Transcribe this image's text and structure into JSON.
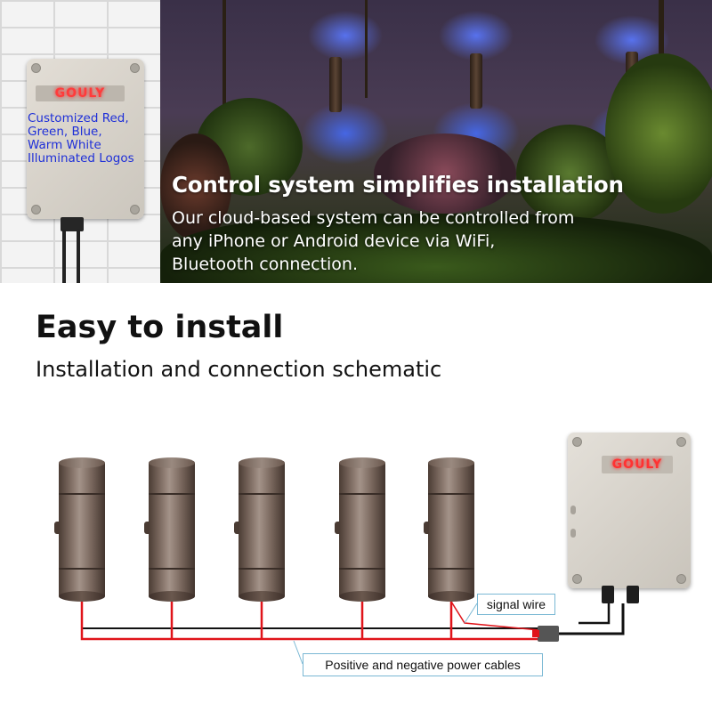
{
  "banner": {
    "controller_logo": "GOULY",
    "logo_caption": [
      "Customized Red,",
      "Green, Blue,",
      "Warm White",
      "Illuminated Logos"
    ],
    "headline": "Control system simplifies installation",
    "body_lines": [
      "Our cloud-based system can be controlled from",
      "any iPhone or Android device via WiFi,",
      "Bluetooth connection."
    ]
  },
  "section": {
    "title": "Easy to install",
    "subtitle": "Installation and connection schematic"
  },
  "schematic": {
    "fixture_count": 5,
    "controller_logo": "GOULY",
    "signal_label": "signal wire",
    "power_label": "Positive and negative power cables"
  },
  "colors": {
    "caption_blue": "#1e2fd8",
    "logo_red": "#ff3b3b",
    "positive_wire": "#e0141a",
    "negative_wire": "#111111",
    "callout_border": "#7ab8d4"
  }
}
